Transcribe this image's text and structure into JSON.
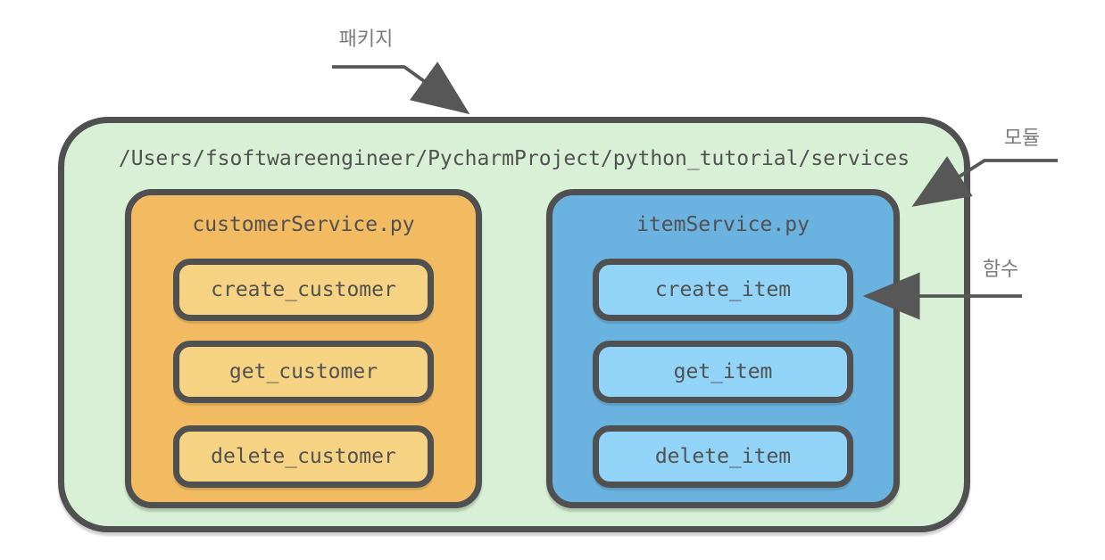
{
  "annotations": {
    "package_label": "패키지",
    "module_label": "모듈",
    "function_label": "함수"
  },
  "package": {
    "path": "/Users/fsoftwareengineer/PycharmProject/python_tutorial/services"
  },
  "modules": [
    {
      "name": "customerService.py",
      "functions": [
        "create_customer",
        "get_customer",
        "delete_customer"
      ]
    },
    {
      "name": "itemService.py",
      "functions": [
        "create_item",
        "get_item",
        "delete_item"
      ]
    }
  ],
  "colors": {
    "package_fill": "#d8f1d6",
    "customer_module_fill": "#f2bb61",
    "customer_function_fill": "#f6d383",
    "item_module_fill": "#6ab2df",
    "item_function_fill": "#92d4f7",
    "outline": "#505050",
    "code_text": "#515151",
    "annotation_text": "#7b7b7b",
    "arrow": "#575757"
  }
}
